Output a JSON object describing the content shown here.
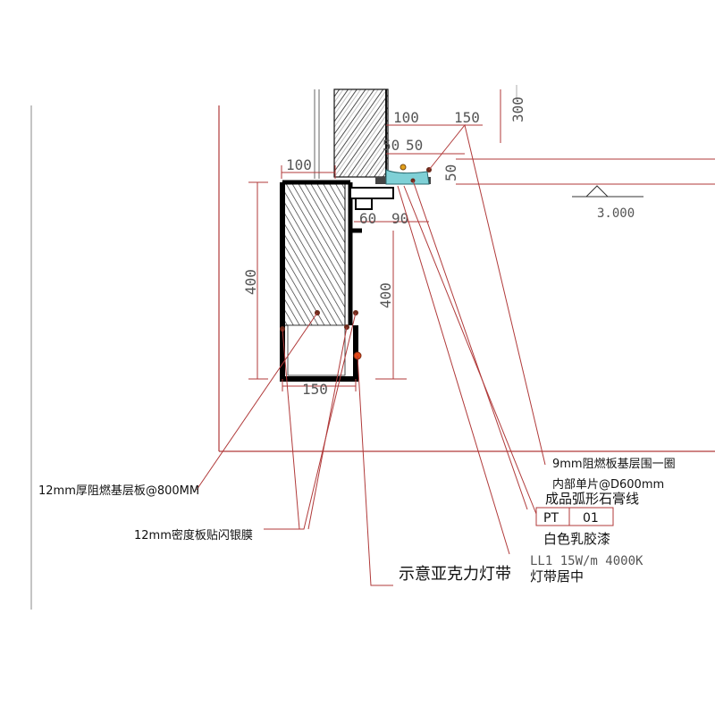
{
  "dimensions": {
    "top_w100": "100",
    "top_100": "100",
    "top_150": "150",
    "top_300": "300",
    "top_50a": "50",
    "top_50b": "50",
    "right_50": "50",
    "mid_60": "60",
    "mid_90": "90",
    "left_400": "400",
    "right_400": "400",
    "bottom_150": "150"
  },
  "elevation": {
    "value": "3.000"
  },
  "annotations": {
    "base_board": "12mm厚阻燃基层板@800MM",
    "density_board": "12mm密度板贴闪银膜",
    "acrylic_strip": "示意亚克力灯带",
    "fire_board": "9mm阻燃板基层围一圈",
    "inner_piece": "内部单片@D600mm",
    "gypsum_line": "成品弧形石膏线",
    "tag_code": "PT",
    "tag_num": "01",
    "paint": "白色乳胶漆",
    "led_spec": "LL1 15W/m 4000K",
    "led_center": "灯带居中"
  }
}
